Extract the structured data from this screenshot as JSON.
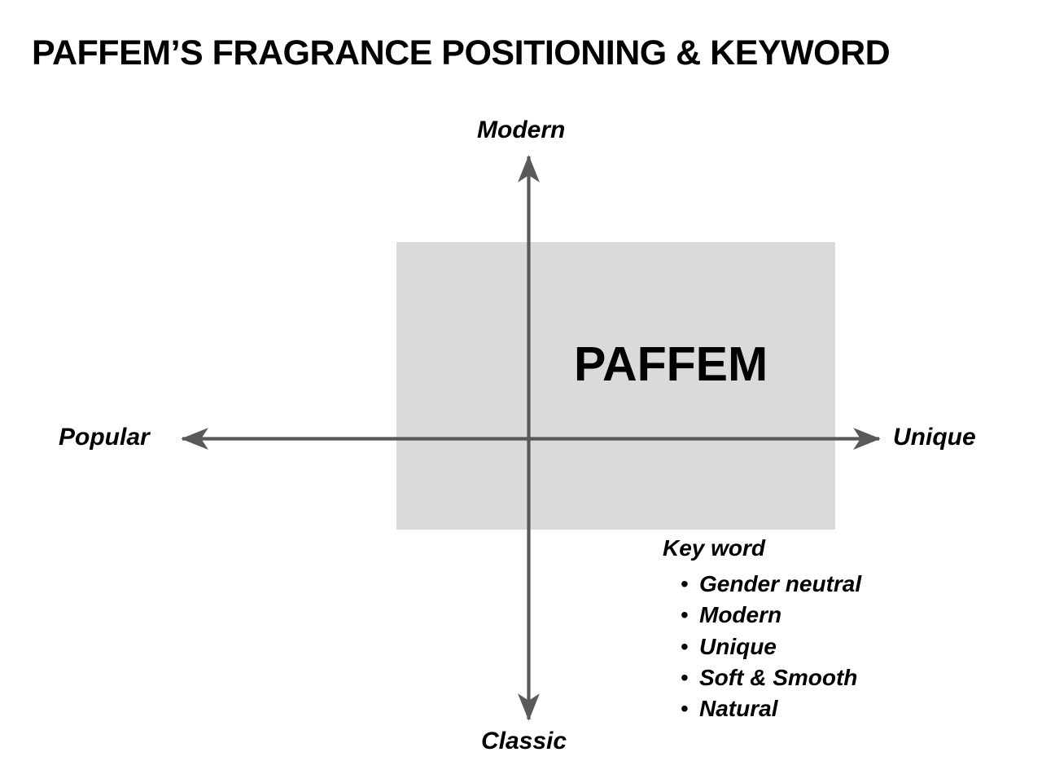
{
  "slide": {
    "title": "PAFFEM’S FRAGRANCE POSITIONING & KEYWORD",
    "background_color": "#ffffff"
  },
  "chart_data": {
    "type": "scatter",
    "title": "PAFFEM’S FRAGRANCE POSITIONING & KEYWORD",
    "subtype": "2x2 positioning map",
    "xlabel": "",
    "ylabel": "",
    "axes": {
      "x_left_label": "Popular",
      "x_right_label": "Unique",
      "y_top_label": "Modern",
      "y_bottom_label": "Classic",
      "x_range": [
        -1,
        1
      ],
      "y_range": [
        -1,
        1
      ],
      "grid": false,
      "legend": "none",
      "axis_color": "#595959",
      "arrowheads": [
        "left",
        "right",
        "up",
        "down"
      ]
    },
    "regions": [
      {
        "name": "PAFFEM",
        "label": "PAFFEM",
        "shape": "rectangle",
        "fill_color": "#dadada",
        "x_range": [
          -0.37,
          1.0
        ],
        "y_range": [
          -0.44,
          0.87
        ],
        "quadrants_spanned": [
          "Modern-Popular",
          "Modern-Unique",
          "Classic-Popular",
          "Classic-Unique"
        ],
        "center_bias": "modern and unique"
      }
    ],
    "annotations": [
      {
        "name": "key-word",
        "title": "Key word",
        "items": [
          "Gender neutral",
          "Modern",
          "Unique",
          "Soft & Smooth",
          "Natural"
        ]
      }
    ]
  },
  "quadrant": {
    "brand_label": "PAFFEM",
    "box_color": "#dadada"
  },
  "axis_labels": {
    "top": "Modern",
    "bottom": "Classic",
    "left": "Popular",
    "right": "Unique"
  },
  "keyword": {
    "heading": "Key word",
    "bullet_glyph": "•",
    "items": [
      {
        "label": "Gender neutral"
      },
      {
        "label": "Modern"
      },
      {
        "label": "Unique"
      },
      {
        "label": "Soft & Smooth"
      },
      {
        "label": "Natural"
      }
    ]
  }
}
